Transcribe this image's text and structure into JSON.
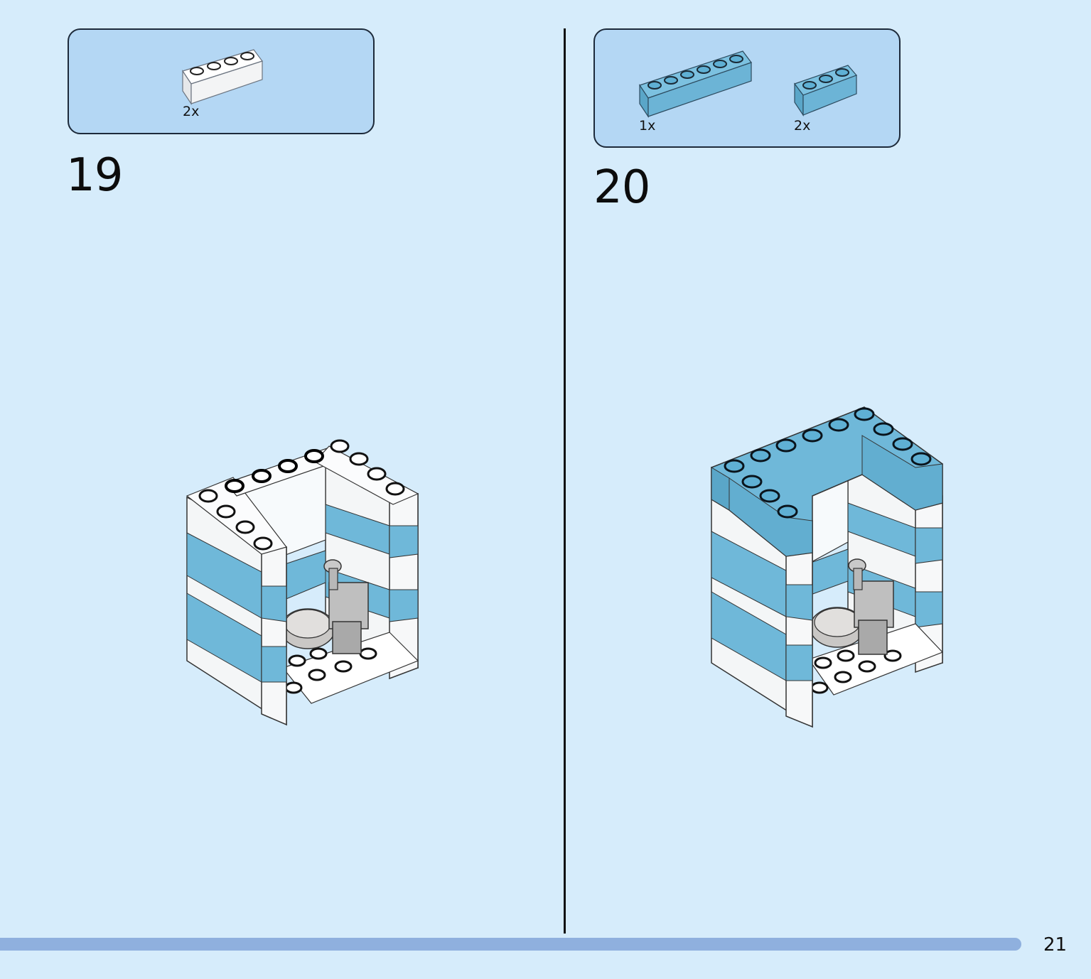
{
  "colors": {
    "page_background": "#d6ecfb",
    "parts_box": "#b4d7f4",
    "brick_white": "#f7f8f9",
    "brick_blue": "#6fb8d9",
    "progress_bar": "#8fb0de"
  },
  "step19": {
    "number": "19",
    "parts": [
      {
        "brick": "white 1x4 brick",
        "qty": "2x"
      }
    ]
  },
  "step20": {
    "number": "20",
    "parts": [
      {
        "brick": "blue 1x6 brick",
        "qty": "1x"
      },
      {
        "brick": "blue 1x3 brick",
        "qty": "2x"
      }
    ]
  },
  "footer": {
    "page_number": "21"
  }
}
